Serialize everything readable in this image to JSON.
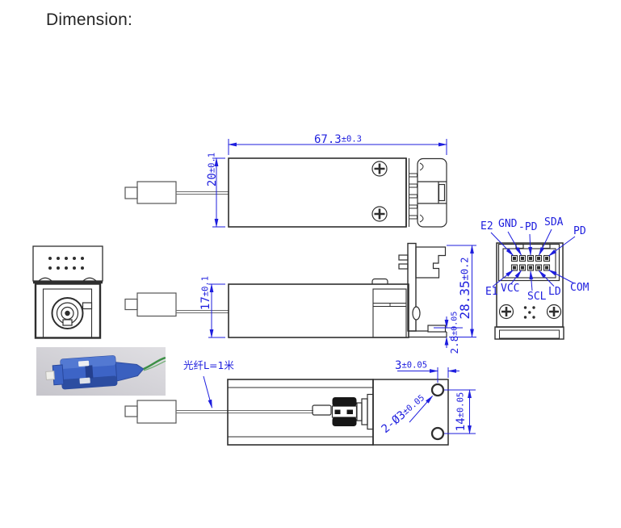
{
  "title": "Dimension:",
  "colors": {
    "annotation_blue": "#1e1ede",
    "drawing_line": "#2e2e2e",
    "photo_connector_blue": "#3d64c6",
    "photo_fiber_green": "#3c8f46"
  },
  "dims": {
    "top_length": {
      "value": "67.3",
      "tol": "±0.3"
    },
    "top_height": {
      "value": "20",
      "tol": "±0.1"
    },
    "side_body_height": {
      "value": "17",
      "tol": "±0.1"
    },
    "side_total_height": {
      "value": "28.35",
      "tol": "±0.2"
    },
    "side_step": {
      "value": "2.8",
      "tol": "±0.05"
    },
    "bottom_hole_edge": {
      "value": "3",
      "tol": "±0.05"
    },
    "bottom_hole_dia": {
      "value": "2-Ø3",
      "tol": "±0.05"
    },
    "bottom_hole_pitch": {
      "value": "14",
      "tol": "±0.05"
    },
    "fiber_note": "光纤L=1米"
  },
  "pinout": {
    "top_row": [
      "E2",
      "GND",
      "-PD",
      "SDA",
      "PD"
    ],
    "bottom_row": [
      "E1",
      "VCC",
      "SCL",
      "LD",
      "COM"
    ]
  }
}
